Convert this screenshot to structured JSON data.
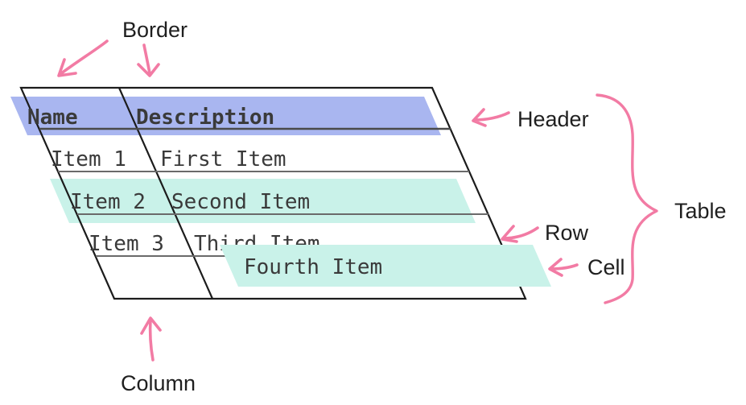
{
  "diagram": {
    "labels": {
      "border": "Border",
      "header": "Header",
      "table": "Table",
      "row": "Row",
      "cell": "Cell",
      "column": "Column"
    },
    "colors": {
      "annotation_pink": "#f27ba4",
      "header_highlight": "#a9b6f0",
      "row_cell_highlight": "#c9f2e9",
      "outer_border": "#1c1c1c",
      "inner_grid": "#6a6a6a",
      "table_text": "#3a3a3a",
      "label_text": "#1f1f1f",
      "background": "#ffffff"
    },
    "table": {
      "header": [
        "Name",
        "Description"
      ],
      "rows": [
        {
          "name": "Item 1",
          "description": "First Item"
        },
        {
          "name": "Item 2",
          "description": "Second Item"
        },
        {
          "name": "Item 3",
          "description": "Third Item"
        },
        {
          "name": "",
          "description": "Fourth Item"
        }
      ]
    }
  }
}
